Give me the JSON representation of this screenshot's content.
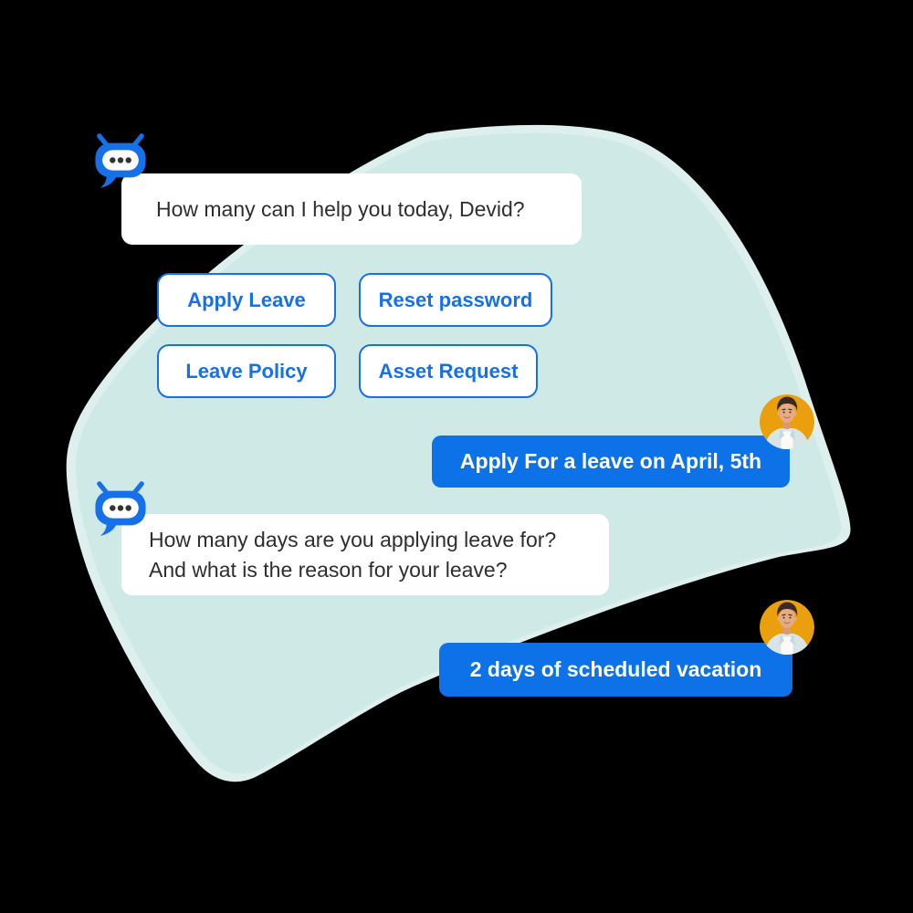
{
  "app": {
    "description": "HR chatbot conversation illustration",
    "background_color": "#000000"
  },
  "blob": {
    "fill_color": "#cfe9e6",
    "halo_color": "#def0ed"
  },
  "bot": {
    "icon_name": "chatbot-icon",
    "icon_color": "#1670e8",
    "dot_color": "#333333"
  },
  "user": {
    "avatar_name": "user-avatar",
    "avatar_background": "#e9a00c"
  },
  "colors": {
    "accent_blue": "#1670e8",
    "user_bubble_blue": "#0d72e8",
    "bot_bubble_white": "#ffffff",
    "bot_text": "#2e2e2e"
  },
  "conversation": {
    "bot_message_1": "How many can I help you today, Devid?",
    "bot_message_2_line1": "How many days are you applying leave for?",
    "bot_message_2_line2": "And what is the reason for your leave?",
    "user_message_1": "Apply For a leave on April, 5th",
    "user_message_2": "2 days of scheduled vacation"
  },
  "quick_replies": [
    {
      "label": "Apply Leave"
    },
    {
      "label": "Reset password"
    },
    {
      "label": "Leave Policy"
    },
    {
      "label": "Asset Request"
    }
  ]
}
